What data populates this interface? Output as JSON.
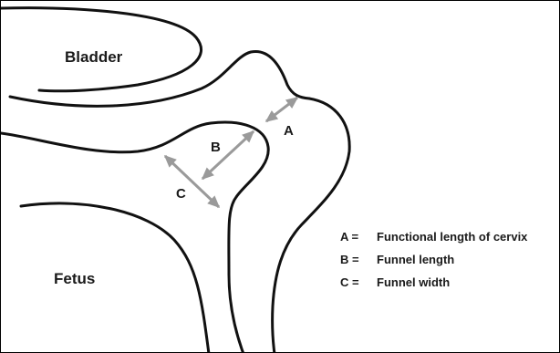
{
  "regions": {
    "bladder": "Bladder",
    "fetus": "Fetus"
  },
  "markers": {
    "a": "A",
    "b": "B",
    "c": "C"
  },
  "legend": [
    {
      "key": "A =",
      "text": "Functional length of cervix"
    },
    {
      "key": "B =",
      "text": "Funnel length"
    },
    {
      "key": "C =",
      "text": "Funnel width"
    }
  ],
  "colors": {
    "outline": "#111111",
    "arrow": "#9a9a9a",
    "background": "#ffffff"
  }
}
